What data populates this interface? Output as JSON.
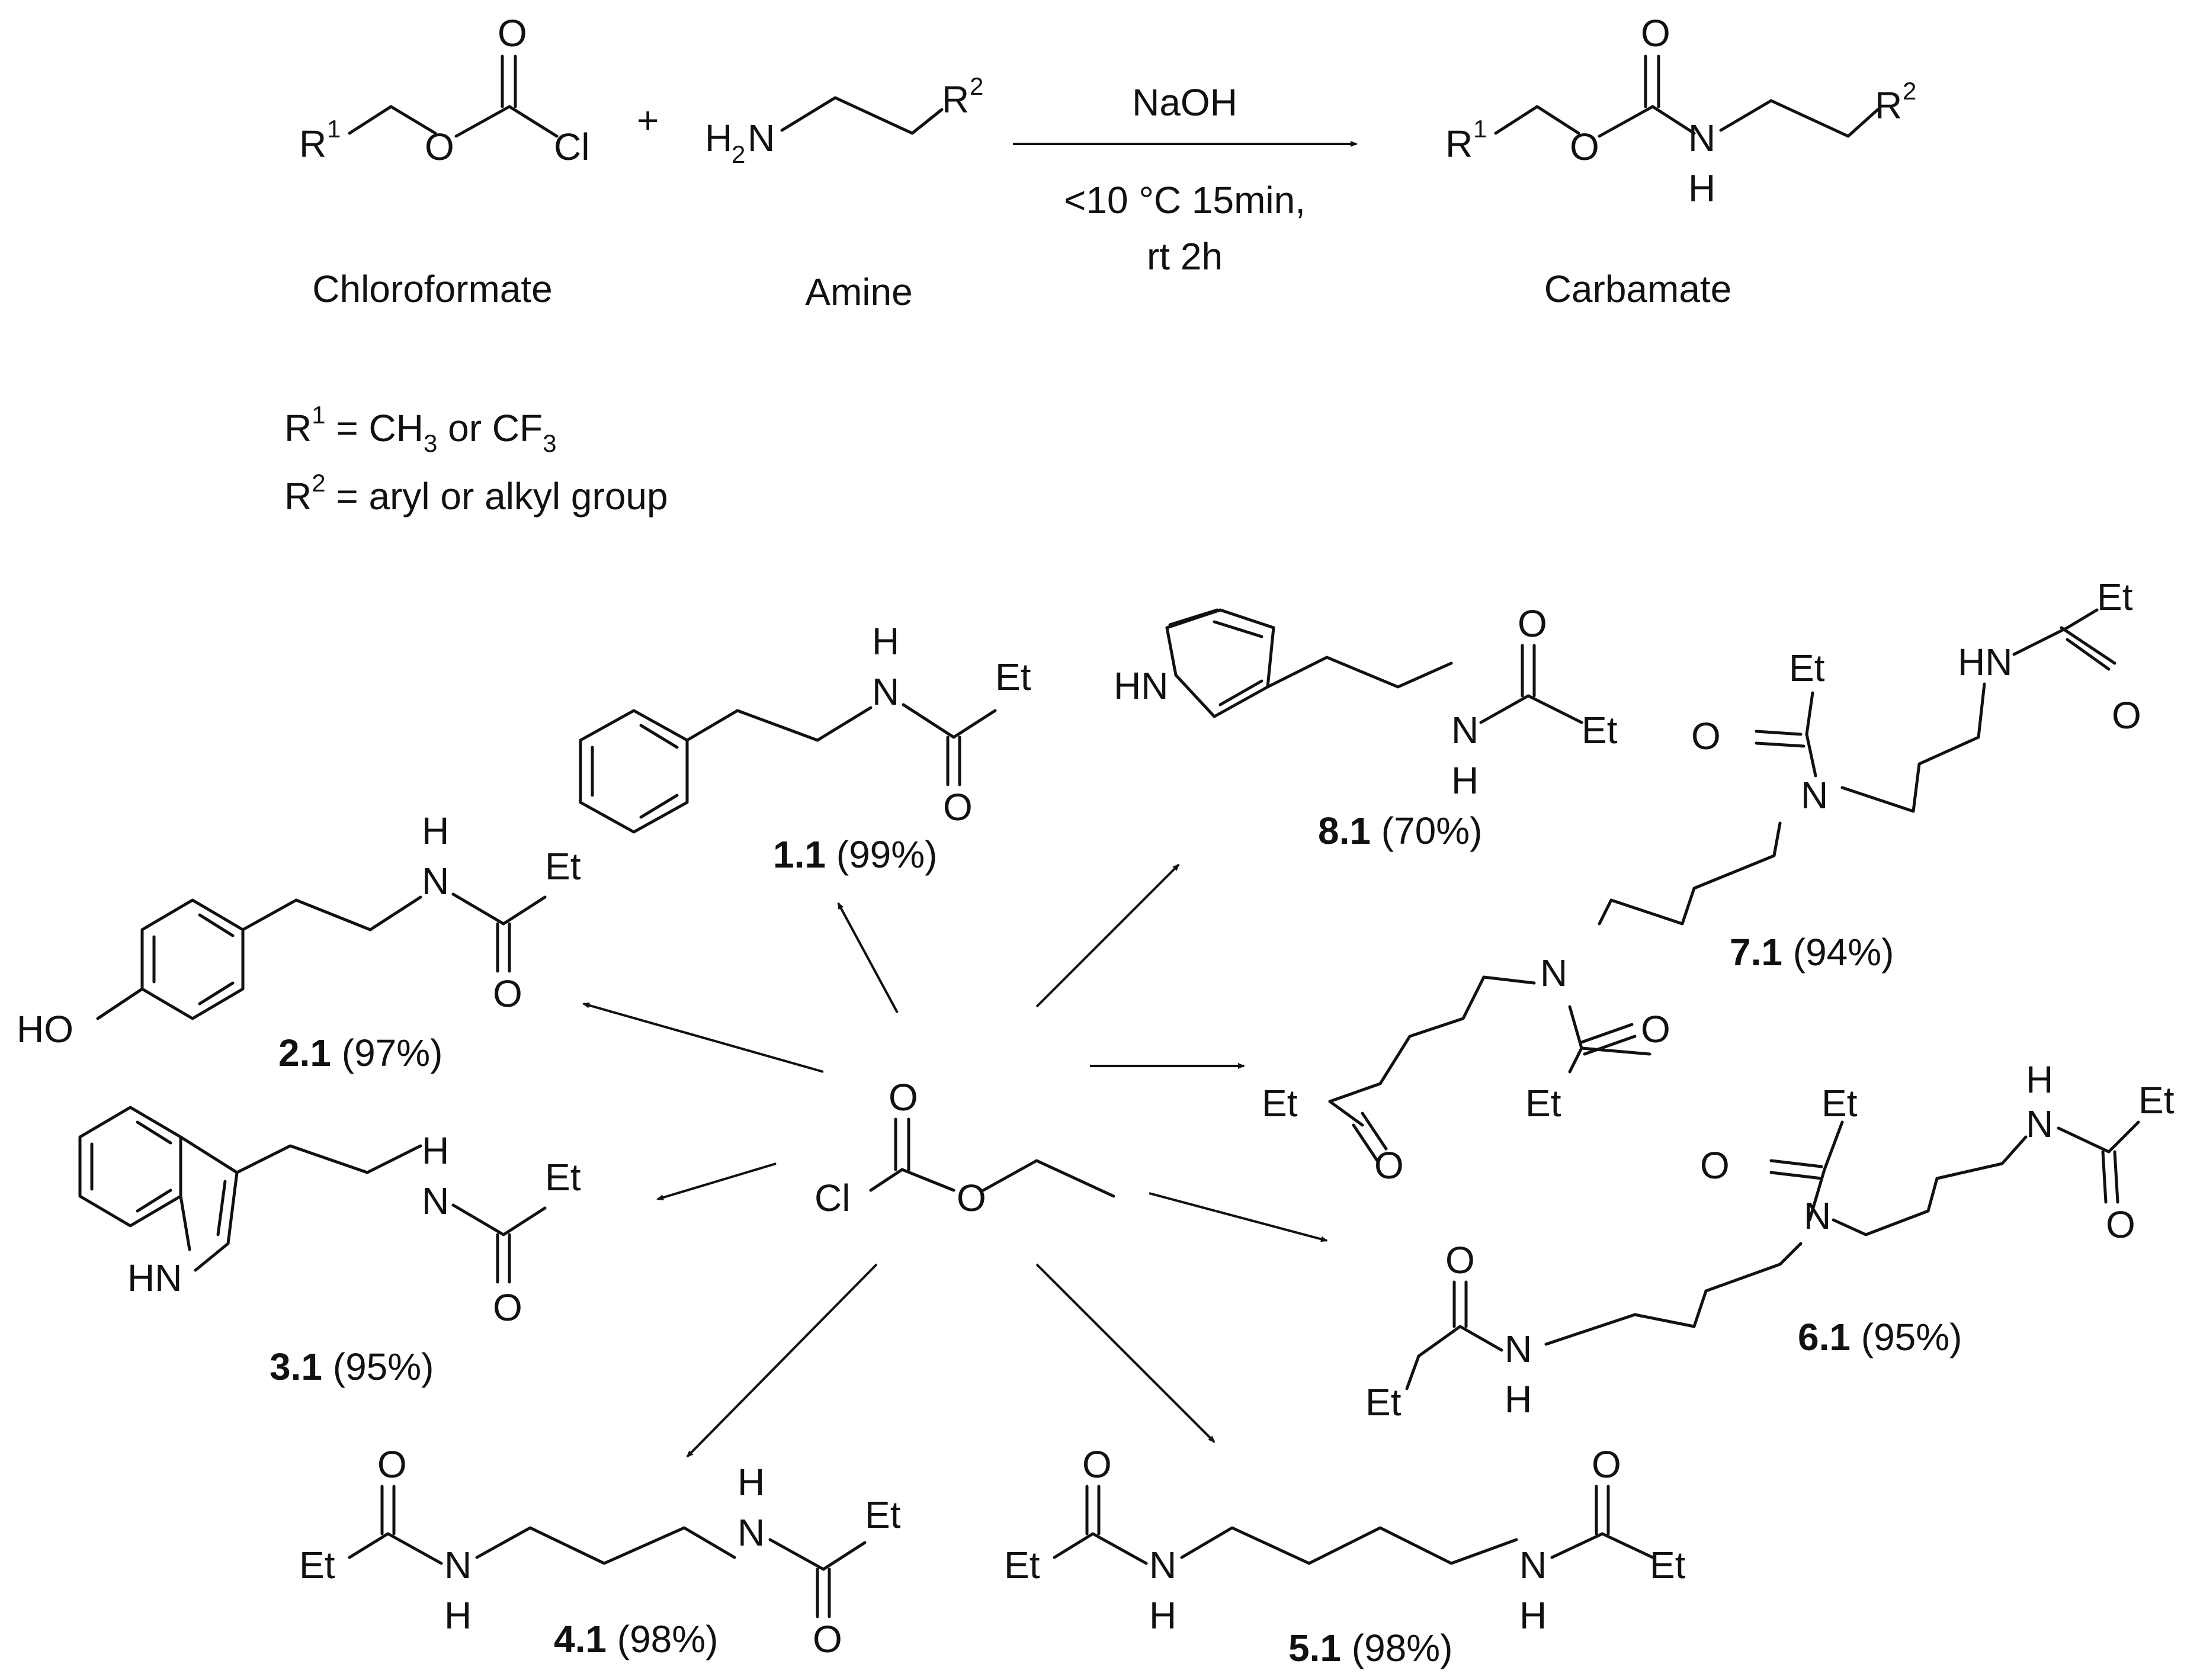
{
  "reaction": {
    "reagent": "NaOH",
    "conditions_line1": "<10 °C 15min,",
    "conditions_line2": "rt 2h",
    "plus": "+",
    "reactant1_caption": "Chloroformate",
    "reactant2_caption": "Amine",
    "product_caption": "Carbamate"
  },
  "definitions": {
    "r1_label": "R",
    "r1_sup": "1",
    "r1_text_a": " = CH",
    "r1_sub": "3",
    "r1_text_b": " or CF",
    "r1_sub2": "3",
    "r2_label": "R",
    "r2_sup": "2",
    "r2_text": " = aryl or alkyl group"
  },
  "atoms": {
    "R": "R",
    "sup1": "1",
    "sup2": "2",
    "O": "O",
    "Cl": "Cl",
    "H2N_H": "H",
    "H2N_2": "2",
    "H2N_N": "N",
    "N": "N",
    "H": "H",
    "NH": "NH",
    "HN": "HN",
    "HO": "HO",
    "Et": "Et"
  },
  "products": [
    {
      "id": "1.1",
      "yield": "(99%)"
    },
    {
      "id": "2.1",
      "yield": "(97%)"
    },
    {
      "id": "3.1",
      "yield": "(95%)"
    },
    {
      "id": "4.1",
      "yield": "(98%)"
    },
    {
      "id": "5.1",
      "yield": "(98%)"
    },
    {
      "id": "6.1",
      "yield": "(95%)"
    },
    {
      "id": "7.1",
      "yield": "(94%)"
    },
    {
      "id": "8.1",
      "yield": "(70%)"
    }
  ]
}
